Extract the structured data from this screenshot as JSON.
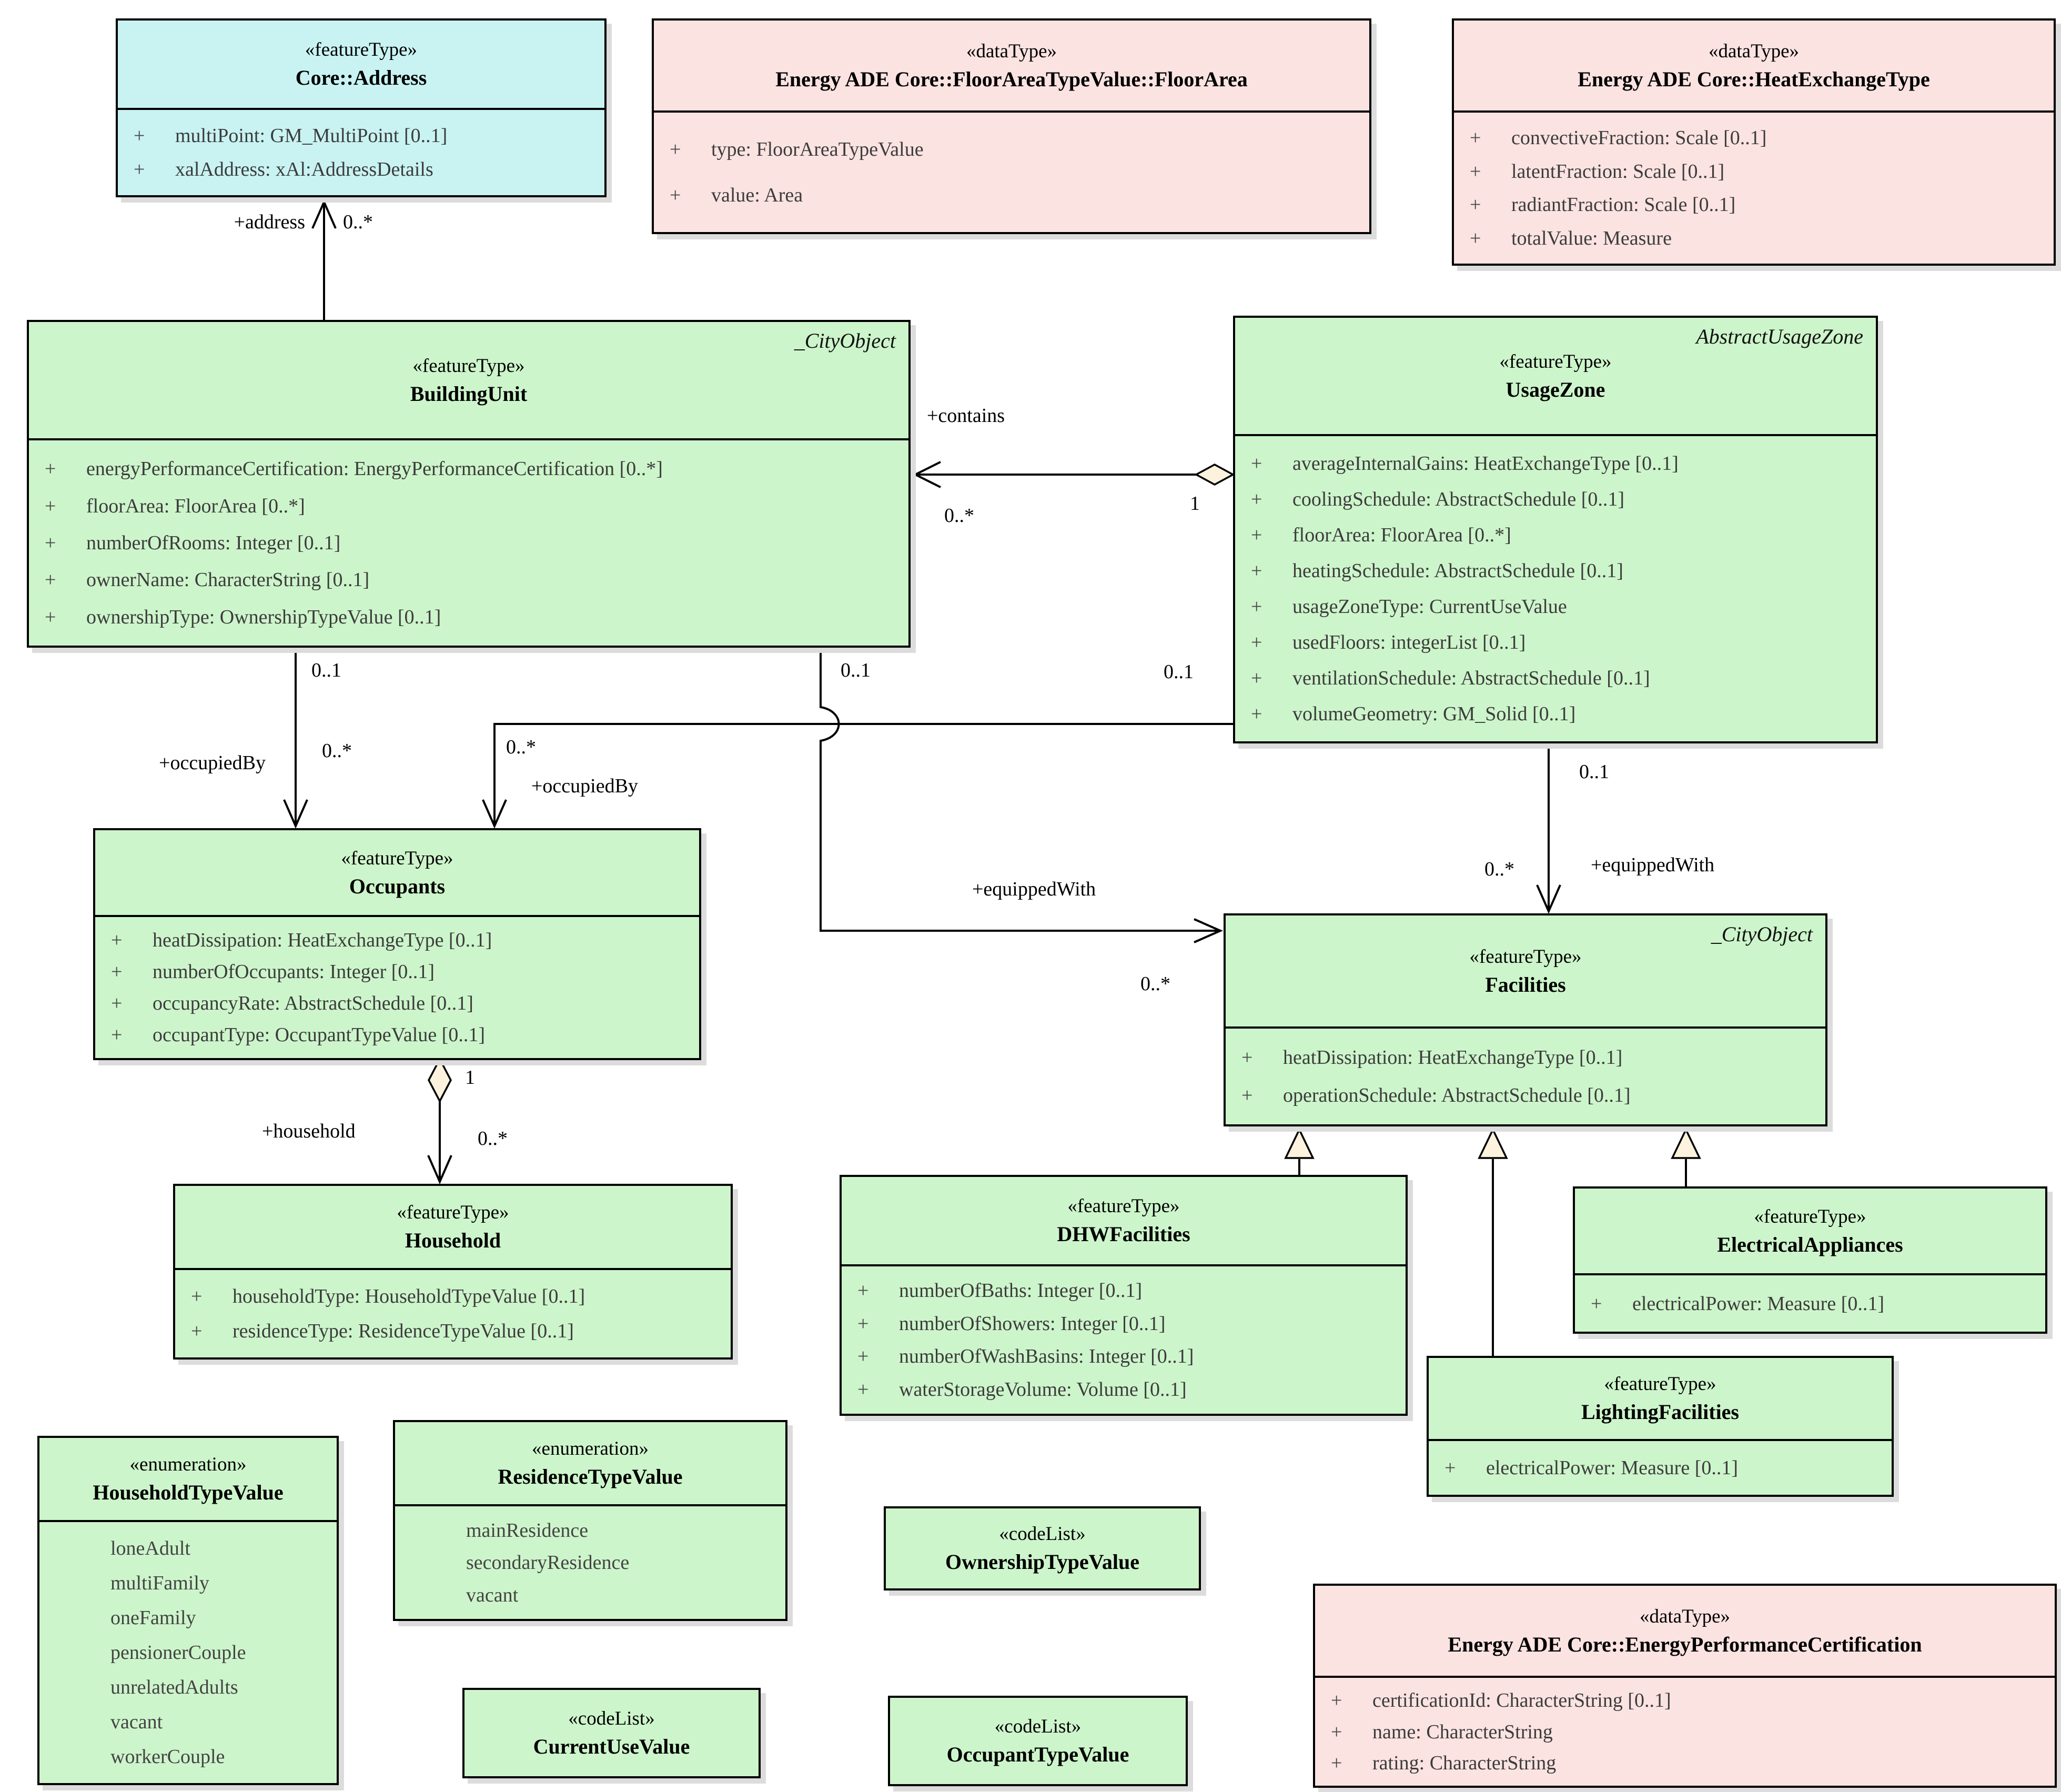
{
  "plus_sign": "+",
  "colors": {
    "feature_type_fill": "#cdf5cb",
    "data_type_fill": "#fbe3e1",
    "core_class_fill": "#c9f3f3",
    "aggregation_diamond_fill": "#fdf2dd",
    "border": "#000000"
  },
  "boxes": {
    "address": {
      "stereotype": "«featureType»",
      "name": "Core::Address",
      "attrs": [
        "multiPoint: GM_MultiPoint [0..1]",
        "xalAddress: xAl:AddressDetails"
      ]
    },
    "floorArea": {
      "stereotype": "«dataType»",
      "name": "Energy ADE Core::FloorAreaTypeValue::FloorArea",
      "attrs": [
        "type: FloorAreaTypeValue",
        "value: Area"
      ]
    },
    "heatExchange": {
      "stereotype": "«dataType»",
      "name": "Energy ADE Core::HeatExchangeType",
      "attrs": [
        "convectiveFraction: Scale [0..1]",
        "latentFraction: Scale [0..1]",
        "radiantFraction: Scale [0..1]",
        "totalValue: Measure"
      ]
    },
    "buildingUnit": {
      "corner": "_CityObject",
      "stereotype": "«featureType»",
      "name": "BuildingUnit",
      "attrs": [
        "energyPerformanceCertification: EnergyPerformanceCertification [0..*]",
        "floorArea: FloorArea [0..*]",
        "numberOfRooms: Integer [0..1]",
        "ownerName: CharacterString [0..1]",
        "ownershipType: OwnershipTypeValue [0..1]"
      ]
    },
    "usageZone": {
      "corner": "AbstractUsageZone",
      "stereotype": "«featureType»",
      "name": "UsageZone",
      "attrs": [
        "averageInternalGains: HeatExchangeType [0..1]",
        "coolingSchedule: AbstractSchedule [0..1]",
        "floorArea: FloorArea [0..*]",
        "heatingSchedule: AbstractSchedule [0..1]",
        "usageZoneType: CurrentUseValue",
        "usedFloors: integerList [0..1]",
        "ventilationSchedule: AbstractSchedule [0..1]",
        "volumeGeometry: GM_Solid [0..1]"
      ]
    },
    "occupants": {
      "stereotype": "«featureType»",
      "name": "Occupants",
      "attrs": [
        "heatDissipation: HeatExchangeType [0..1]",
        "numberOfOccupants: Integer [0..1]",
        "occupancyRate: AbstractSchedule [0..1]",
        "occupantType: OccupantTypeValue [0..1]"
      ]
    },
    "household": {
      "stereotype": "«featureType»",
      "name": "Household",
      "attrs": [
        "householdType: HouseholdTypeValue [0..1]",
        "residenceType: ResidenceTypeValue [0..1]"
      ]
    },
    "facilities": {
      "corner": "_CityObject",
      "stereotype": "«featureType»",
      "name": "Facilities",
      "attrs": [
        "heatDissipation: HeatExchangeType [0..1]",
        "operationSchedule: AbstractSchedule [0..1]"
      ]
    },
    "dhwFacilities": {
      "stereotype": "«featureType»",
      "name": "DHWFacilities",
      "attrs": [
        "numberOfBaths: Integer [0..1]",
        "numberOfShowers: Integer [0..1]",
        "numberOfWashBasins: Integer [0..1]",
        "waterStorageVolume: Volume [0..1]"
      ]
    },
    "electricalAppliances": {
      "stereotype": "«featureType»",
      "name": "ElectricalAppliances",
      "attrs": [
        "electricalPower: Measure [0..1]"
      ]
    },
    "lightingFacilities": {
      "stereotype": "«featureType»",
      "name": "LightingFacilities",
      "attrs": [
        "electricalPower: Measure [0..1]"
      ]
    },
    "householdTypeValue": {
      "stereotype": "«enumeration»",
      "name": "HouseholdTypeValue",
      "values": [
        "loneAdult",
        "multiFamily",
        "oneFamily",
        "pensionerCouple",
        "unrelatedAdults",
        "vacant",
        "workerCouple"
      ]
    },
    "residenceTypeValue": {
      "stereotype": "«enumeration»",
      "name": "ResidenceTypeValue",
      "values": [
        "mainResidence",
        "secondaryResidence",
        "vacant"
      ]
    },
    "ownershipTypeValue": {
      "stereotype": "«codeList»",
      "name": "OwnershipTypeValue"
    },
    "currentUseValue": {
      "stereotype": "«codeList»",
      "name": "CurrentUseValue"
    },
    "occupantTypeValue": {
      "stereotype": "«codeList»",
      "name": "OccupantTypeValue"
    },
    "energyPerformanceCertification": {
      "stereotype": "«dataType»",
      "name": "Energy ADE Core::EnergyPerformanceCertification",
      "attrs": [
        "certificationId: CharacterString [0..1]",
        "name: CharacterString",
        "rating: CharacterString"
      ]
    }
  },
  "edges": {
    "address": {
      "role": "+address",
      "target_mult": "0..*"
    },
    "contains": {
      "role": "+contains",
      "source_mult": "1",
      "target_mult": "0..*"
    },
    "occupiedBy1": {
      "role": "+occupiedBy",
      "source_mult": "0..1",
      "target_mult": "0..*"
    },
    "occupiedBy2": {
      "role": "+occupiedBy",
      "source_mult": "0..1",
      "target_mult": "0..*"
    },
    "equippedWith1": {
      "role": "+equippedWith",
      "source_mult": "0..1",
      "target_mult": "0..*"
    },
    "equippedWith2": {
      "role": "+equippedWith",
      "source_mult": "0..1",
      "target_mult": "0..*"
    },
    "household": {
      "role": "+household",
      "source_mult": "1",
      "target_mult": "0..*"
    }
  }
}
